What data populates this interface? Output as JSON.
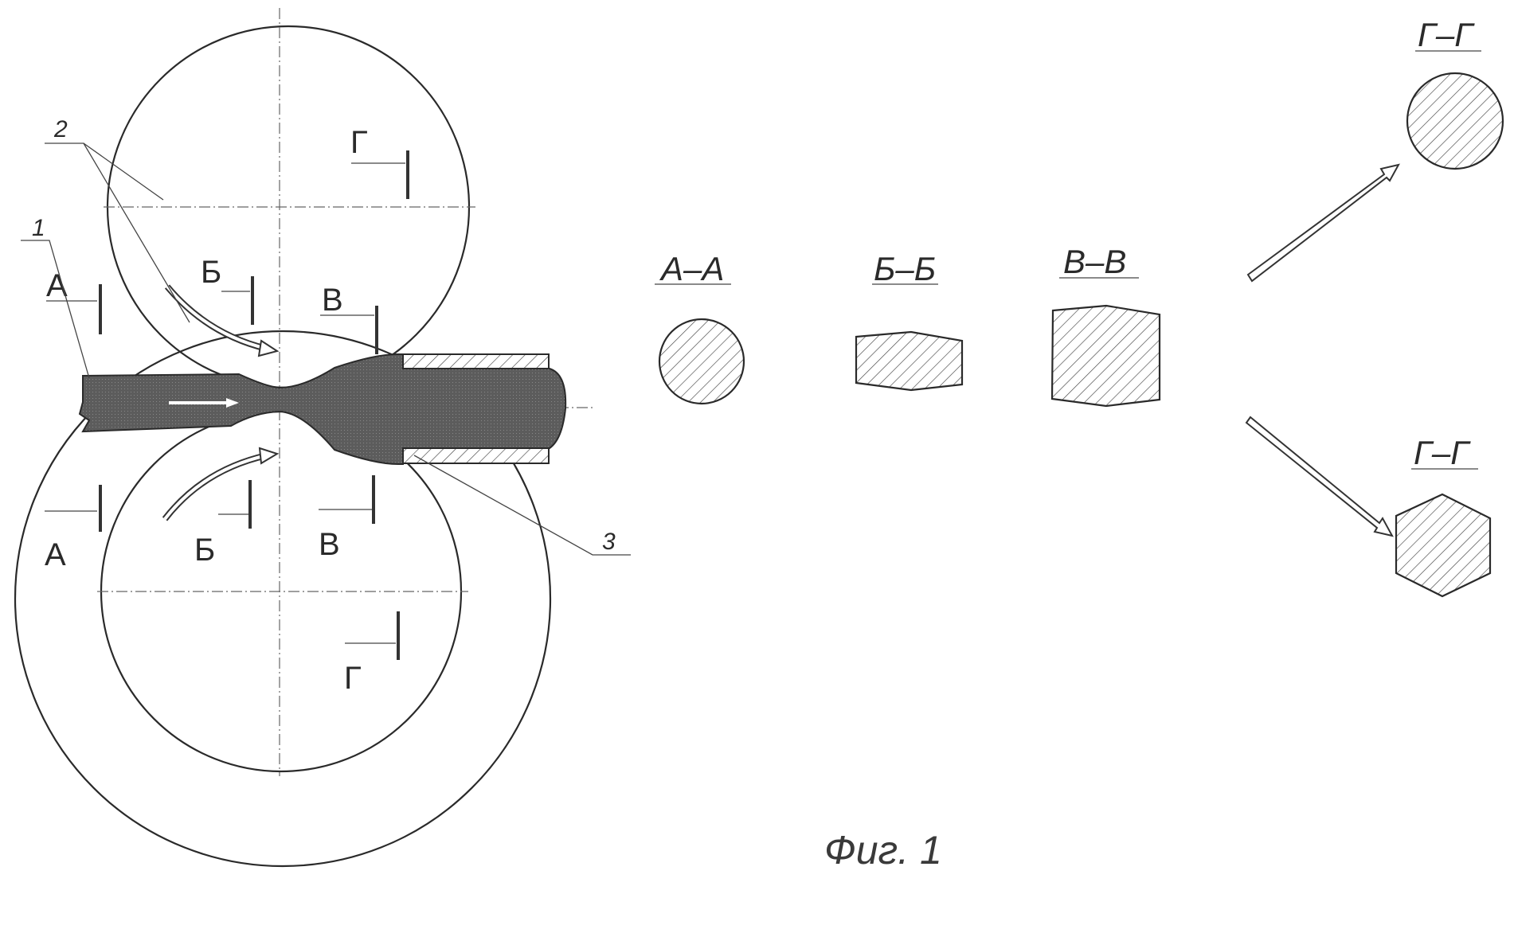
{
  "section_marks": {
    "a_top": "А",
    "a_bottom": "А",
    "b_top": "Б",
    "b_bottom": "Б",
    "v_top": "В",
    "v_bottom": "В",
    "g_top": "Г",
    "g_bottom": "Г"
  },
  "callouts": {
    "workpiece": "1",
    "rolls": "2",
    "die": "3"
  },
  "sections": {
    "aa": "А–А",
    "bb": "Б–Б",
    "vv": "В–В",
    "gg_round": "Г–Г",
    "gg_hex": "Г–Г"
  },
  "caption": "Фиг. 1",
  "colors": {
    "ink": "#2a2a2a",
    "workpiece": "#5a5a5a"
  }
}
